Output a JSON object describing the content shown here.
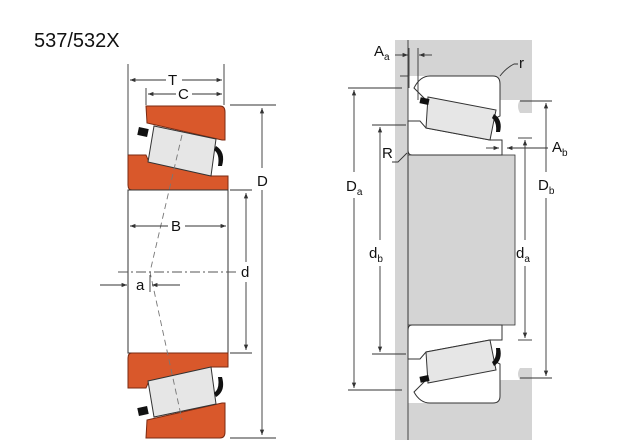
{
  "title": "537/532X",
  "colors": {
    "bearing_ring": "#d9582b",
    "housing": "#d4d4d4",
    "roller": "#e6e6e6"
  },
  "left_labels": {
    "T": "T",
    "C": "C",
    "D": "D",
    "B": "B",
    "d": "d",
    "a": "a"
  },
  "right_labels": {
    "Aa": {
      "main": "A",
      "sub": "a"
    },
    "r": {
      "main": "r"
    },
    "Ab": {
      "main": "A",
      "sub": "b"
    },
    "R": {
      "main": "R"
    },
    "Da": {
      "main": "D",
      "sub": "a"
    },
    "Db": {
      "main": "D",
      "sub": "b"
    },
    "db": {
      "main": "d",
      "sub": "b"
    },
    "da": {
      "main": "d",
      "sub": "a"
    }
  }
}
